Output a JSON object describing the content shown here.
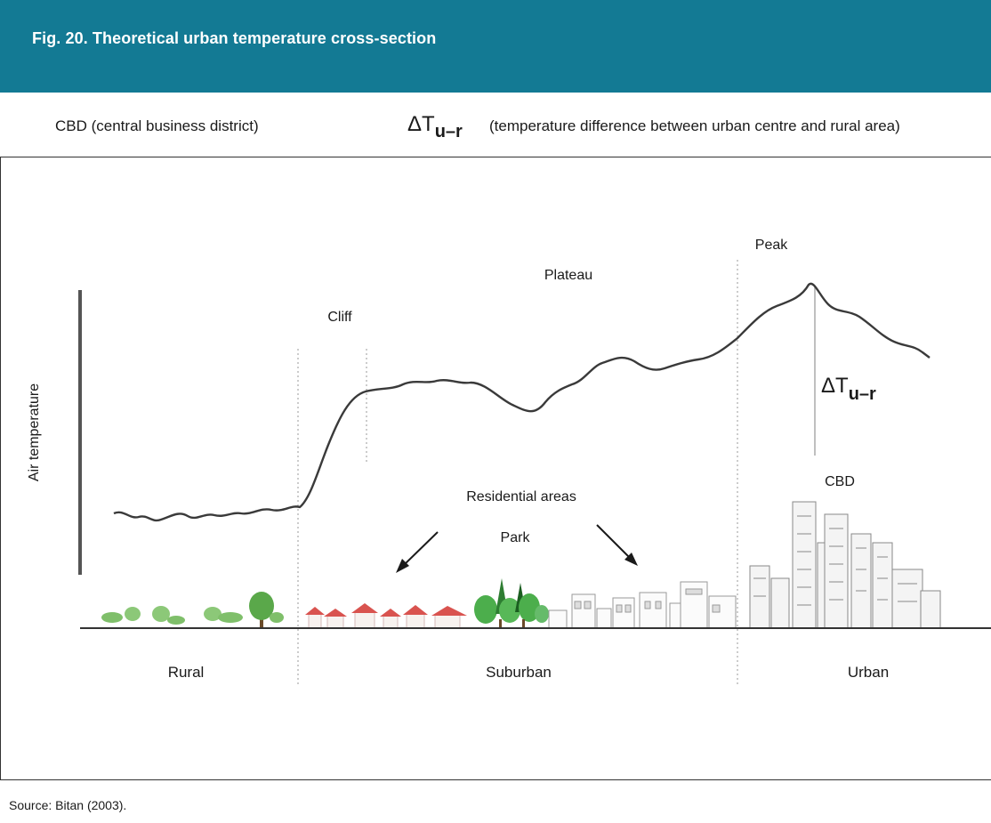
{
  "figure": {
    "title": "Fig. 20. Theoretical urban temperature cross-section"
  },
  "legend": {
    "cbd_definition": "CBD (central business district)",
    "delta_symbol": "ΔT",
    "delta_subscript": "u–r",
    "delta_definition": "(temperature difference between urban centre and rural area)"
  },
  "diagram": {
    "y_axis_label": "Air temperature",
    "labels": {
      "cliff": "Cliff",
      "plateau": "Plateau",
      "peak": "Peak",
      "delta_symbol": "ΔT",
      "delta_subscript": "u–r",
      "cbd": "CBD",
      "residential": "Residential areas",
      "park": "Park"
    },
    "zones": [
      "Rural",
      "Suburban",
      "Urban"
    ]
  },
  "source": "Source: Bitan (2003)."
}
